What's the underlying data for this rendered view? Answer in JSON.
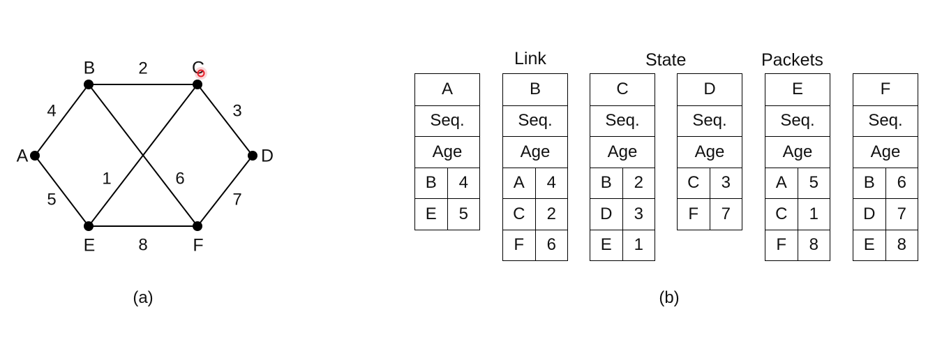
{
  "graph": {
    "nodes": [
      {
        "id": "A",
        "label": "A"
      },
      {
        "id": "B",
        "label": "B"
      },
      {
        "id": "C",
        "label": "C"
      },
      {
        "id": "D",
        "label": "D"
      },
      {
        "id": "E",
        "label": "E"
      },
      {
        "id": "F",
        "label": "F"
      }
    ],
    "edges": [
      {
        "from": "A",
        "to": "B",
        "weight": "4"
      },
      {
        "from": "B",
        "to": "C",
        "weight": "2"
      },
      {
        "from": "C",
        "to": "D",
        "weight": "3"
      },
      {
        "from": "A",
        "to": "E",
        "weight": "5"
      },
      {
        "from": "C",
        "to": "E",
        "weight": "1"
      },
      {
        "from": "B",
        "to": "F",
        "weight": "6"
      },
      {
        "from": "D",
        "to": "F",
        "weight": "7"
      },
      {
        "from": "E",
        "to": "F",
        "weight": "8"
      }
    ],
    "caption": "(a)"
  },
  "packets": {
    "headings": [
      "Link",
      "State",
      "Packets"
    ],
    "caption": "(b)",
    "seq_label": "Seq.",
    "age_label": "Age",
    "tables": [
      {
        "node": "A",
        "entries": [
          [
            "B",
            "4"
          ],
          [
            "E",
            "5"
          ]
        ]
      },
      {
        "node": "B",
        "entries": [
          [
            "A",
            "4"
          ],
          [
            "C",
            "2"
          ],
          [
            "F",
            "6"
          ]
        ]
      },
      {
        "node": "C",
        "entries": [
          [
            "B",
            "2"
          ],
          [
            "D",
            "3"
          ],
          [
            "E",
            "1"
          ]
        ]
      },
      {
        "node": "D",
        "entries": [
          [
            "C",
            "3"
          ],
          [
            "F",
            "7"
          ]
        ]
      },
      {
        "node": "E",
        "entries": [
          [
            "A",
            "5"
          ],
          [
            "C",
            "1"
          ],
          [
            "F",
            "8"
          ]
        ]
      },
      {
        "node": "F",
        "entries": [
          [
            "B",
            "6"
          ],
          [
            "D",
            "7"
          ],
          [
            "E",
            "8"
          ]
        ]
      }
    ]
  },
  "colors": {
    "line": "#000000",
    "cursor": "#e8202a"
  }
}
